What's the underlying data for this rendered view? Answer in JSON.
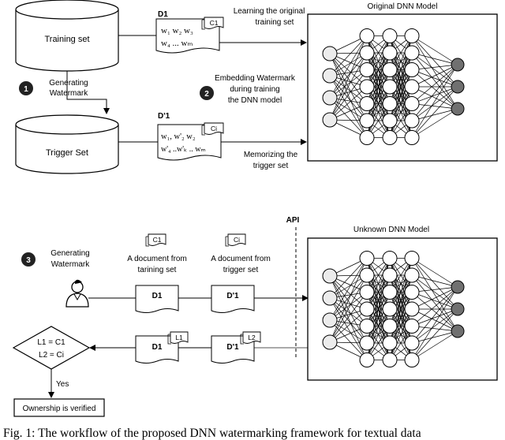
{
  "top": {
    "training_set": "Training set",
    "trigger_set": "Trigger Set",
    "step1_number": "1",
    "step1_label": [
      "Generating",
      "Watermark"
    ],
    "step2_number": "2",
    "step2_label": [
      "Embedding Watermark",
      "during training",
      "the DNN model"
    ],
    "d1_title": "D1",
    "d1_tag": "C1",
    "d1_lines": [
      "w₁ w₂ w₃",
      "w₄ ... wₘ"
    ],
    "dp1_title": "D'1",
    "dp1_tag": "Ci",
    "dp1_lines": [
      "w₁, w'₂ w₂",
      "w'₄ ..w'ₖ .. wₘ"
    ],
    "learning_label": [
      "Learning  the original",
      "training set"
    ],
    "memorizing_label": [
      "Memorizing the",
      "trigger set"
    ],
    "model_title": "Original DNN Model"
  },
  "bottom": {
    "api_label": "API",
    "step3_number": "3",
    "step3_label": [
      "Generating",
      "Watermark"
    ],
    "tag_c1": "C1",
    "tag_ci": "Ci",
    "doc_training_label": [
      "A document from",
      "tarining set"
    ],
    "doc_trigger_label": [
      "A document from",
      "trigger set"
    ],
    "doc_d1": "D1",
    "doc_dp1": "D'1",
    "tag_l1": "L1",
    "tag_l2": "L2",
    "decision_lines": [
      "L1 = C1",
      "L2 = Ci"
    ],
    "yes_label": "Yes",
    "ownership_label": "Ownership is verified",
    "model_title": "Unknown DNN Model"
  },
  "caption": "Fig. 1: The workflow of the proposed DNN watermarking framework for textual data"
}
